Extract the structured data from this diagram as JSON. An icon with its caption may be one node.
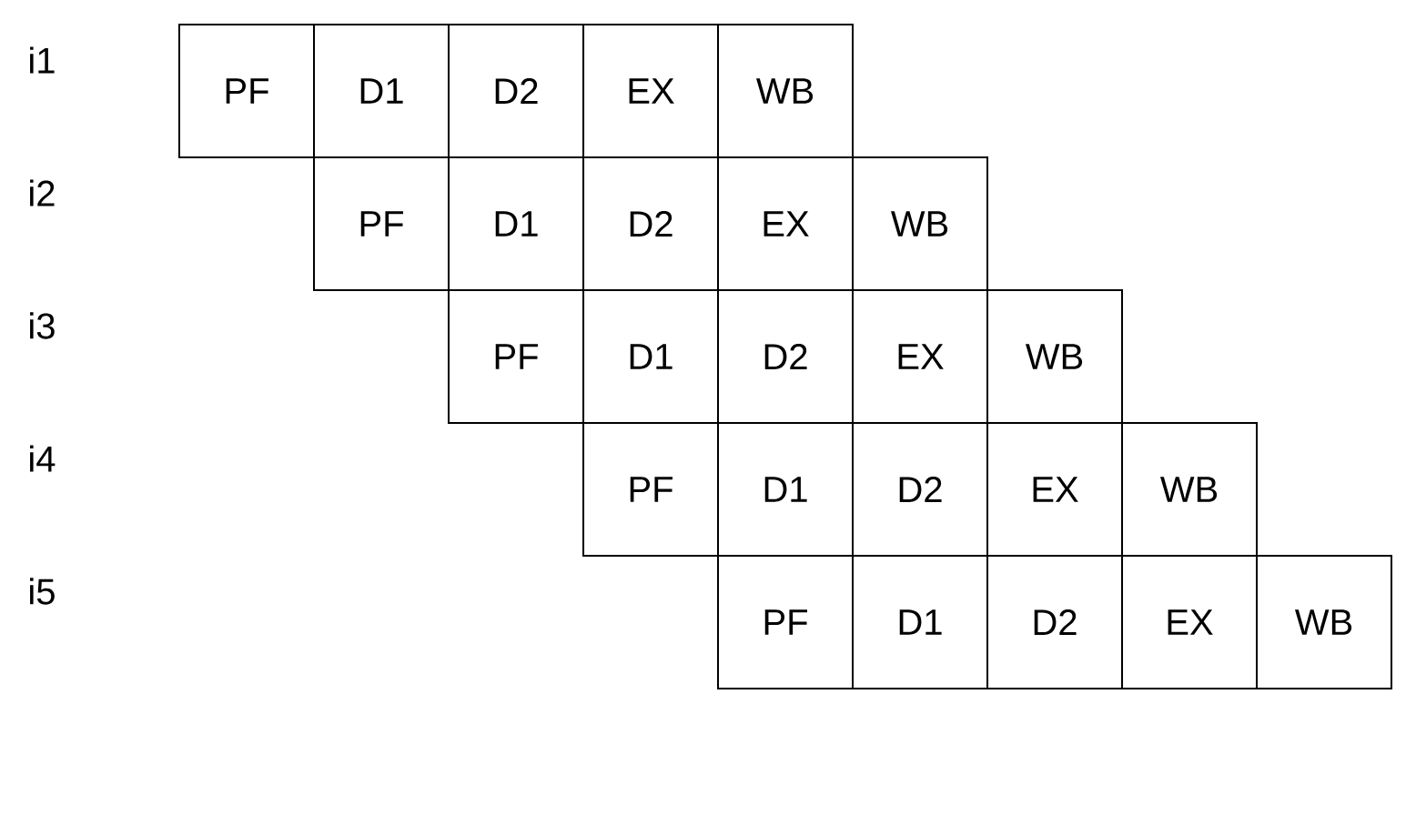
{
  "diagram": {
    "nodes": [
      {
        "text": [
          "PF"
        ]
      },
      {
        "text": [
          "D1"
        ]
      },
      {
        "text": [
          "D2"
        ]
      },
      {
        "text": [
          "EX"
        ]
      },
      {
        "text": [
          "WB"
        ]
      },
      {
        "text": [
          "PF"
        ]
      },
      {
        "text": [
          "D1"
        ]
      },
      {
        "text": [
          "D2"
        ]
      },
      {
        "text": [
          "EX"
        ]
      },
      {
        "text": [
          "WB"
        ]
      },
      {
        "text": [
          "PF"
        ]
      },
      {
        "text": [
          "D1"
        ]
      },
      {
        "text": [
          "D2"
        ]
      },
      {
        "text": [
          "EX"
        ]
      },
      {
        "text": [
          "WB"
        ]
      },
      {
        "text": [
          "PF"
        ]
      },
      {
        "text": [
          "D1"
        ]
      },
      {
        "text": [
          "D2"
        ]
      },
      {
        "text": [
          "EX"
        ]
      },
      {
        "text": [
          "WB"
        ]
      },
      {
        "text": [
          "PF"
        ]
      },
      {
        "text": [
          "D1"
        ]
      },
      {
        "text": [
          "D2"
        ]
      },
      {
        "text": [
          "EX"
        ]
      },
      {
        "text": [
          "WB"
        ]
      }
    ],
    "labels": [
      "i1",
      "i2",
      "i3",
      "i4",
      "i5"
    ]
  }
}
